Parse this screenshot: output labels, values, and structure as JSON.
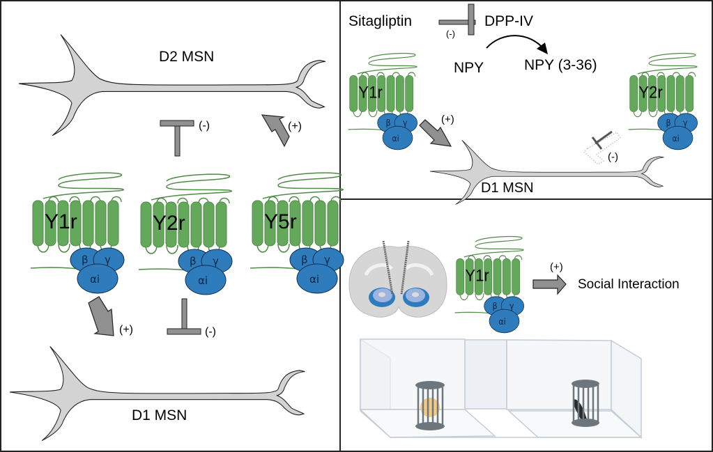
{
  "colors": {
    "receptor_green": "#63a85b",
    "receptor_stroke": "#4f8a46",
    "gprotein_blue": "#2e7cbc",
    "neuron_fill": "#d3d3d3",
    "arrow_gray": "#909090"
  },
  "panel_left": {
    "neuron_top_label": "D2 MSN",
    "neuron_bottom_label": "D1 MSN",
    "receptors": [
      {
        "name": "Y1r",
        "beta": "β",
        "gamma": "γ",
        "alpha": "αi"
      },
      {
        "name": "Y2r",
        "beta": "β",
        "gamma": "γ",
        "alpha": "αi"
      },
      {
        "name": "Y5r",
        "beta": "β",
        "gamma": "γ",
        "alpha": "αi"
      }
    ],
    "effects": {
      "y2r_to_d2": "(-)",
      "y5r_to_d2": "(+)",
      "y1r_to_d1": "(+)",
      "y2r_to_d1": "(-)"
    }
  },
  "panel_top_right": {
    "drug_label": "Sitagliptin",
    "enzyme_label": "DPP-IV",
    "drug_effect": "(-)",
    "substrate_label": "NPY",
    "product_label": "NPY (3-36)",
    "receptors": [
      {
        "name": "Y1r",
        "beta": "β",
        "gamma": "γ",
        "alpha": "αi"
      },
      {
        "name": "Y2r",
        "beta": "β",
        "gamma": "γ",
        "alpha": "αi"
      }
    ],
    "neuron_label": "D1 MSN",
    "y1r_effect": "(+)",
    "y2r_effect": "(-)"
  },
  "panel_bottom_right": {
    "receptor": {
      "name": "Y1r",
      "beta": "β",
      "gamma": "γ",
      "alpha": "αi"
    },
    "effect": "(+)",
    "outcome_label": "Social Interaction"
  }
}
